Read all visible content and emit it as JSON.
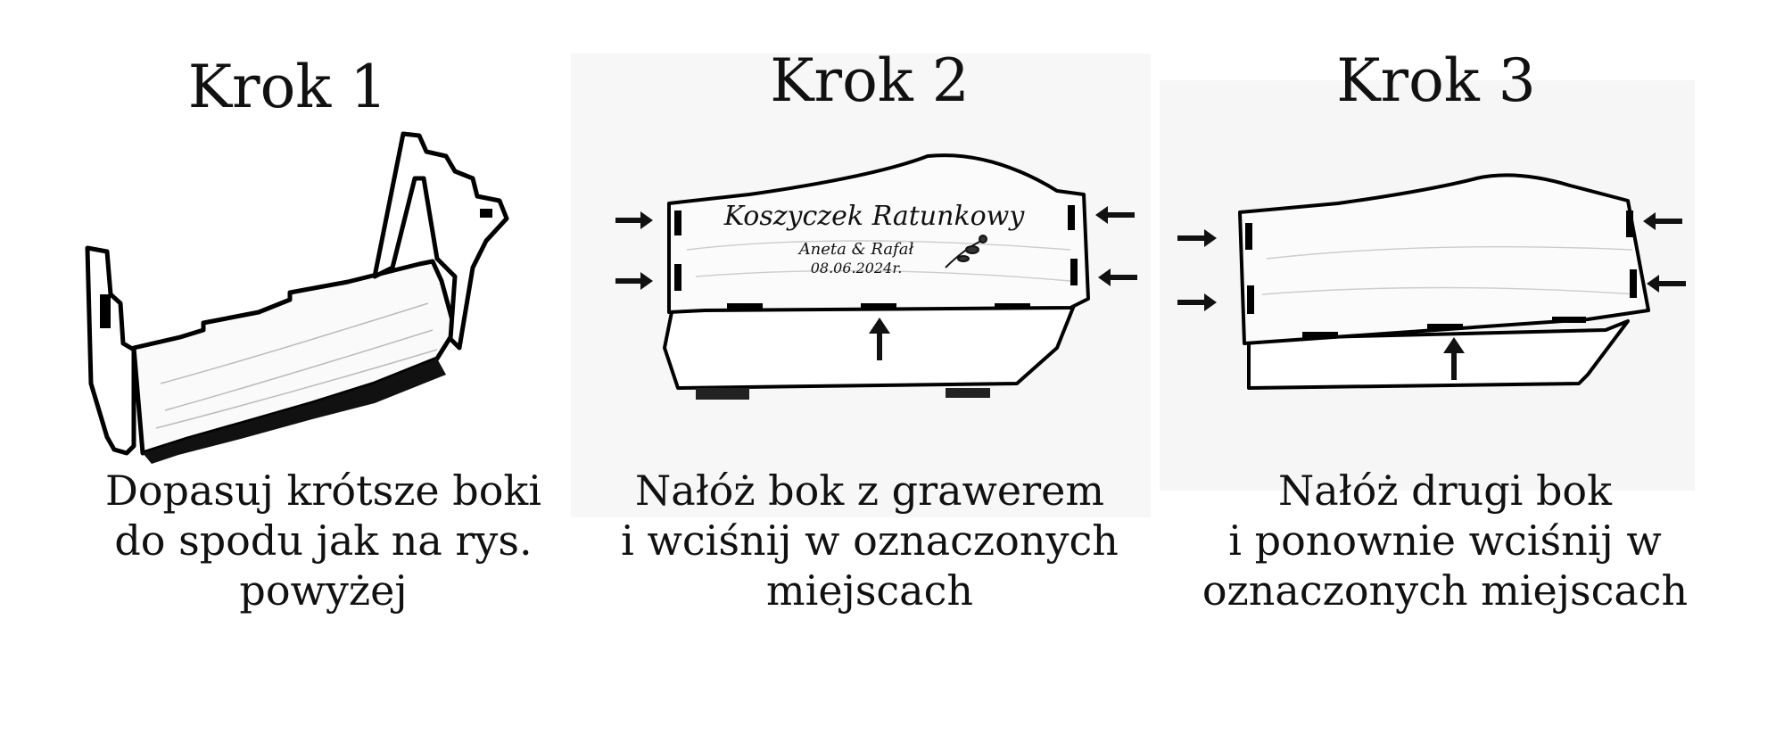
{
  "steps": [
    {
      "title": "Krok 1",
      "caption": "Dopasuj krótsze boki\ndo spodu jak na rys.\npowyżej"
    },
    {
      "title": "Krok 2",
      "caption": "Nałóż bok z grawerem\ni wciśnij w oznaczonych\nmiejscach",
      "engraving": {
        "name": "Koszyczek  Ratunkowy",
        "couple": "Aneta & Rafał",
        "date": "08.06.2024r."
      }
    },
    {
      "title": "Krok 3",
      "caption": "Nałóż drugi bok\ni ponownie wciśnij w\noznaczonych miejscach"
    }
  ]
}
